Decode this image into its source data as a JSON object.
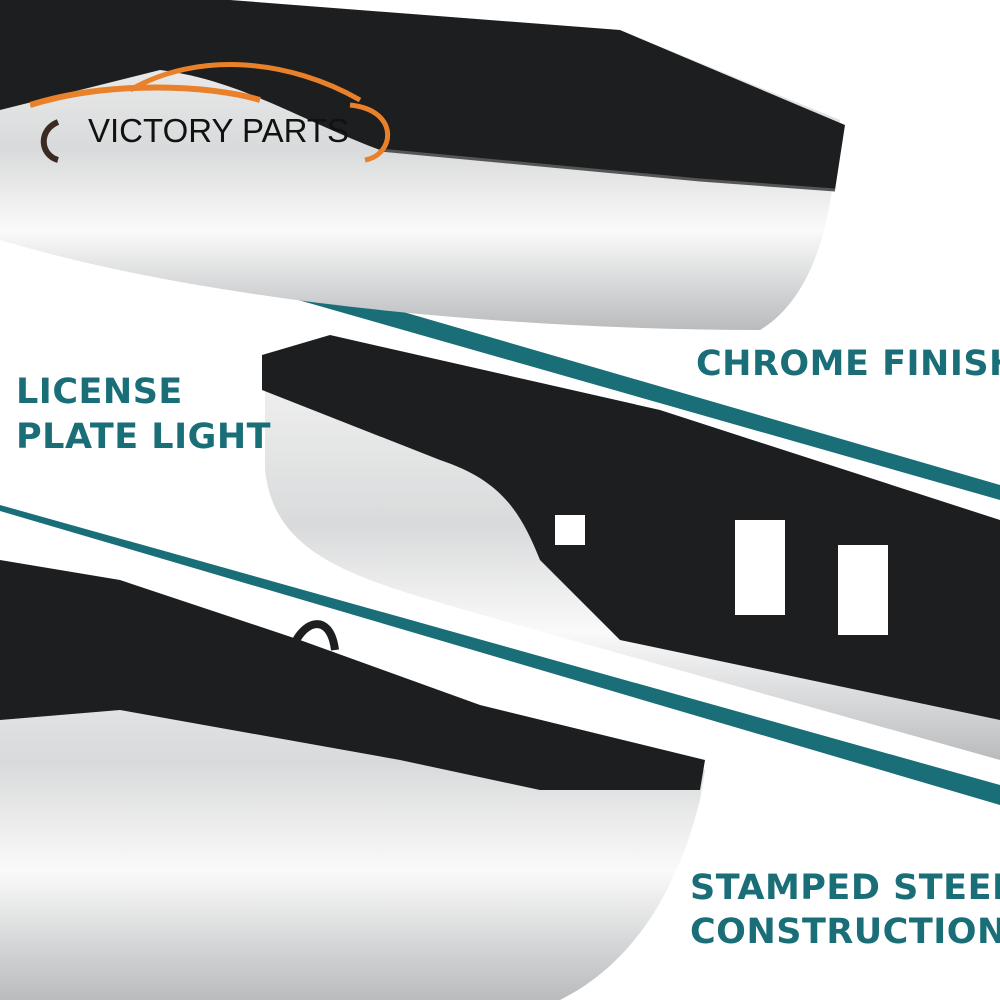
{
  "brand": {
    "logo_text": "VICTORY PARTS",
    "accent_color": "#e8812a"
  },
  "features": {
    "chrome_finish": "CHROME FINISH",
    "license_line1": "LICENSE",
    "license_line2": "PLATE LIGHT",
    "steel_line1": "STAMPED STEEL",
    "steel_line2": "CONSTRUCTION"
  },
  "colors": {
    "teal": "#1a6e78",
    "rubber": "#1d1e20"
  }
}
